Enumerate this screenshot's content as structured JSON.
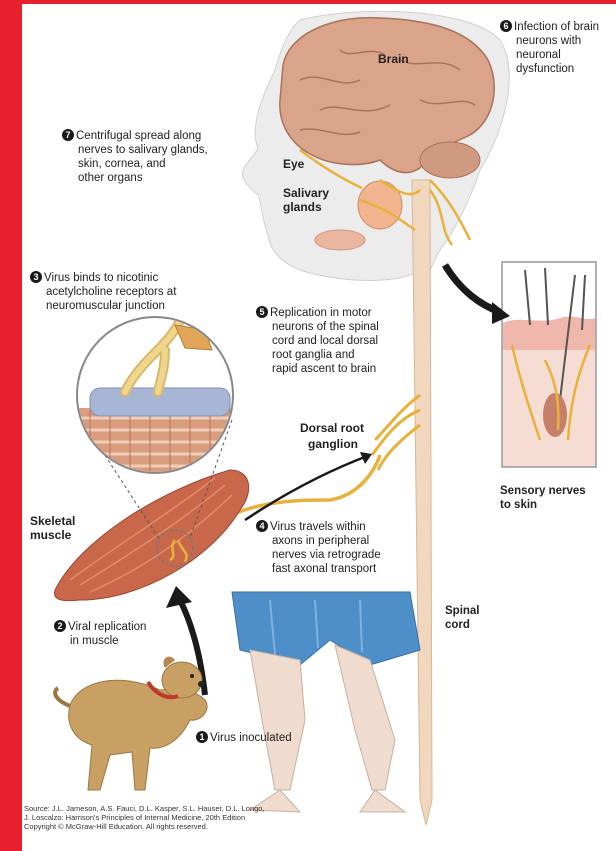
{
  "colors": {
    "frame_red": "#e8202b",
    "nerve_yellow": "#e8b23a",
    "spinal_cord": "#f0d7bd",
    "brain_pink": "#d9a489",
    "muscle": "#c9674a",
    "pants_blue": "#4e8fc9",
    "dog_tan": "#c9a064"
  },
  "steps": [
    {
      "num": "1",
      "lines": [
        "Virus inoculated"
      ]
    },
    {
      "num": "2",
      "lines": [
        "Viral replication",
        "in muscle"
      ]
    },
    {
      "num": "3",
      "lines": [
        "Virus binds to nicotinic",
        "acetylcholine receptors at",
        "neuromuscular junction"
      ]
    },
    {
      "num": "4",
      "lines": [
        "Virus travels within",
        "axons in peripheral",
        "nerves via retrograde",
        "fast axonal transport"
      ]
    },
    {
      "num": "5",
      "lines": [
        "Replication in motor",
        "neurons of the spinal",
        "cord and local dorsal",
        "root ganglia and",
        "rapid ascent to brain"
      ]
    },
    {
      "num": "6",
      "lines": [
        "Infection of brain",
        "neurons with",
        "neuronal",
        "dysfunction"
      ]
    },
    {
      "num": "7",
      "lines": [
        "Centrifugal spread along",
        "nerves to salivary glands,",
        "skin, cornea, and",
        "other organs"
      ]
    }
  ],
  "labels": {
    "brain": "Brain",
    "eye": "Eye",
    "salivary": [
      "Salivary",
      "glands"
    ],
    "dorsal_root": [
      "Dorsal root",
      "ganglion"
    ],
    "skeletal_muscle": [
      "Skeletal",
      "muscle"
    ],
    "spinal_cord": [
      "Spinal",
      "cord"
    ],
    "sensory_nerves": [
      "Sensory nerves",
      "to skin"
    ]
  },
  "source": [
    "Source: J.L. Jameson, A.S. Fauci, D.L. Kasper, S.L. Hauser, D.L. Longo,",
    "J. Loscalzo: Harrison's Principles of Internal Medicine, 20th Edition",
    "Copyright © McGraw-Hill Education. All rights reserved."
  ]
}
